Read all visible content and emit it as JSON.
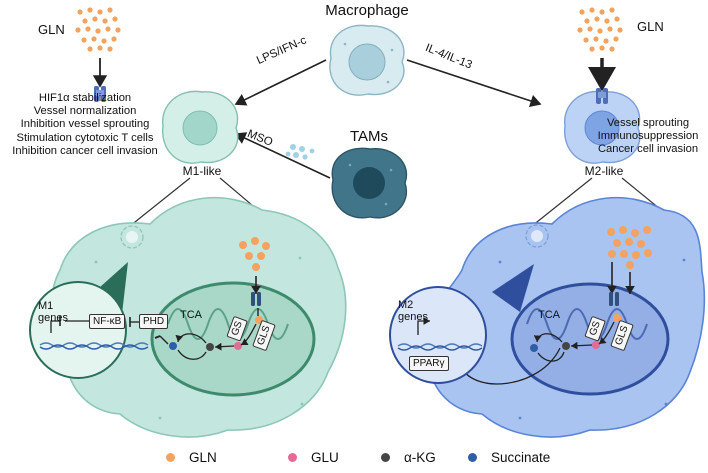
{
  "labels": {
    "macrophage": "Macrophage",
    "gln_left": "GLN",
    "gln_right": "GLN",
    "lps": "LPS/IFN-c",
    "il4": "IL-4/IL-13",
    "mso": "MSO",
    "tams": "TAMs",
    "m1_like": "M1-like",
    "m2_like": "M2-like"
  },
  "m1_effects": [
    "HIF1α stabilization",
    "Vessel normalization",
    "Inhibition vessel sprouting",
    "Stimulation cytotoxic T cells",
    "Inhibition cancer cell invasion"
  ],
  "m2_effects": [
    "Vessel sprouting",
    "Immunosuppression",
    "Cancer cell invasion"
  ],
  "m1_detail": {
    "genes_line1": "M1",
    "genes_line2": "genes",
    "nfkb": "NF-κB",
    "phd": "PHD",
    "tca": "TCA",
    "gs": "GS",
    "gls": "GLS"
  },
  "m2_detail": {
    "genes_line1": "M2",
    "genes_line2": "genes",
    "ppar": "PPARγ",
    "tca": "TCA",
    "gs": "GS",
    "gls": "GLS"
  },
  "legend": [
    {
      "label": "GLN",
      "color": "#f3a35f"
    },
    {
      "label": "GLU",
      "color": "#e56a94"
    },
    {
      "label": "α-KG",
      "color": "#454545"
    },
    {
      "label": "Succinate",
      "color": "#2f5da8"
    }
  ],
  "colors": {
    "m1_cell": "#bfe3dc",
    "m1_mito": "#4e9c7f",
    "m2_cell": "#8fb4ea",
    "m2_mito": "#4e6fc0",
    "tam": "#3d6e80",
    "macrophage": "#c9e3ec"
  }
}
